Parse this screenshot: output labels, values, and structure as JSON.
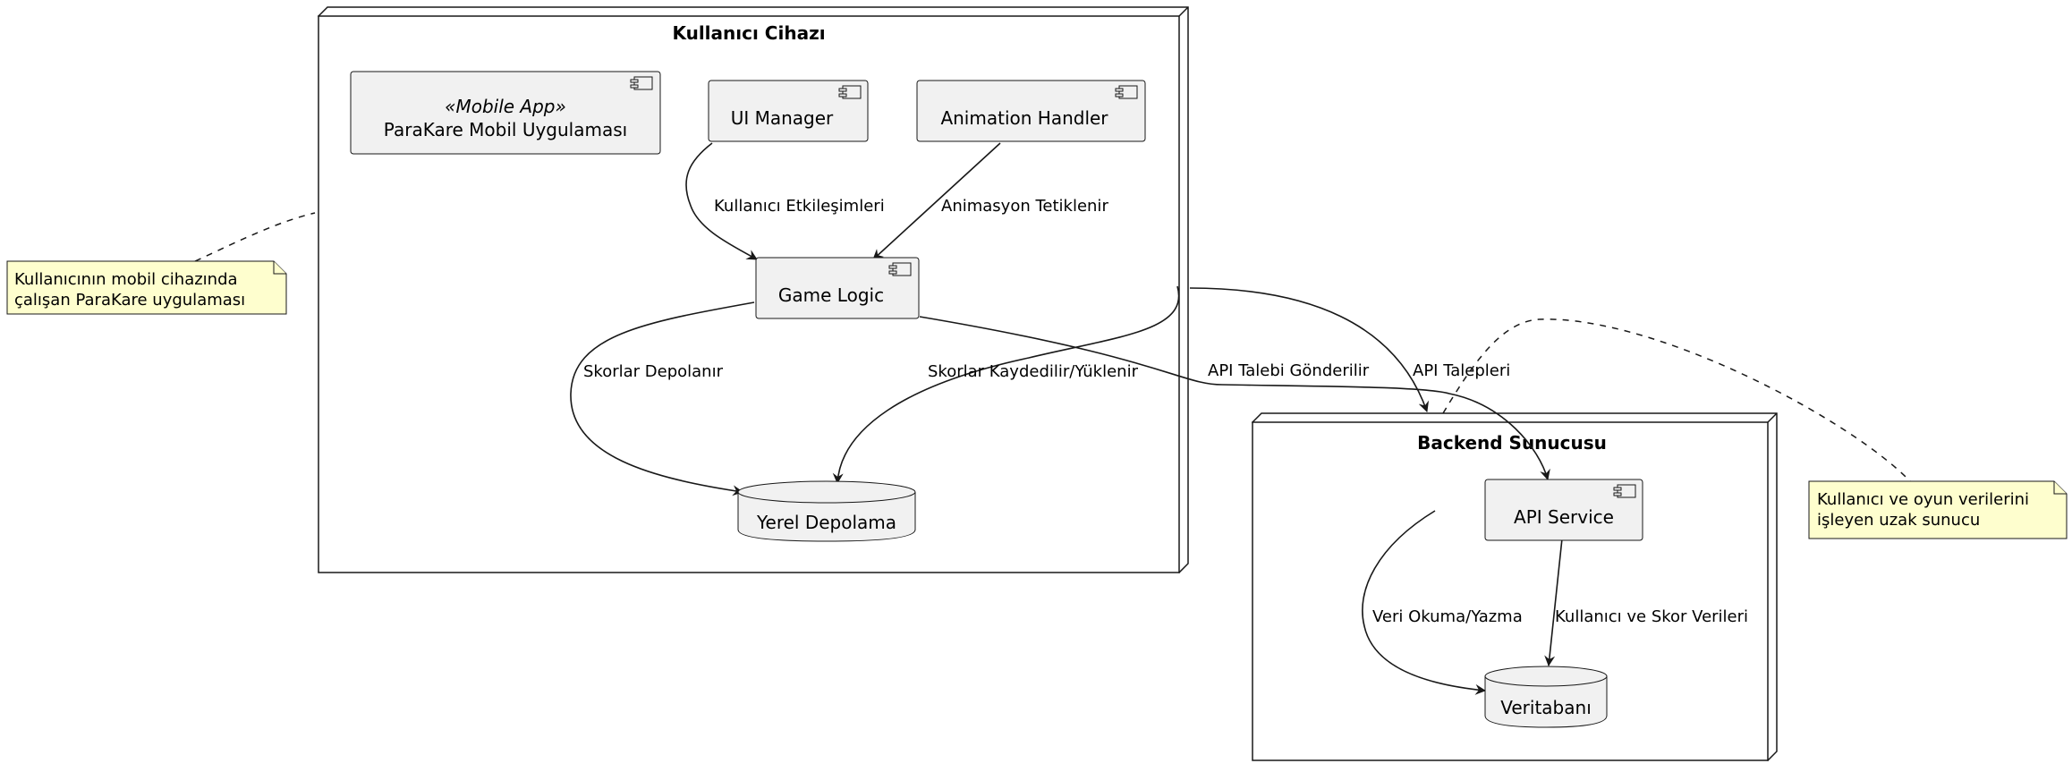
{
  "nodes": {
    "device": {
      "title": "Kullanıcı Cihazı"
    },
    "backend": {
      "title": "Backend Sunucusu"
    }
  },
  "components": {
    "mobile_app": {
      "stereotype": "«Mobile App»",
      "label": "ParaKare Mobil Uygulaması"
    },
    "ui_manager": {
      "label": "UI Manager"
    },
    "animation_handler": {
      "label": "Animation Handler"
    },
    "game_logic": {
      "label": "Game Logic"
    },
    "local_storage": {
      "label": "Yerel Depolama"
    },
    "api_service": {
      "label": "API Service"
    },
    "database": {
      "label": "Veritabanı"
    }
  },
  "edges": {
    "user_interactions": "Kullanıcı Etkileşimleri",
    "animation_triggered": "Animasyon Tetiklenir",
    "scores_stored": "Skorlar Depolanır",
    "scores_saved_loaded": "Skorlar Kaydedilir/Yüklenir",
    "api_request_sent": "API Talebi Gönderilir",
    "api_requests": "API Talepleri",
    "data_read_write": "Veri Okuma/Yazma",
    "user_score_data": "Kullanıcı ve Skor Verileri"
  },
  "notes": {
    "device_note": [
      "Kullanıcının mobil cihazında",
      "çalışan ParaKare uygulaması"
    ],
    "backend_note": [
      "Kullanıcı ve oyun verilerini",
      "işleyen uzak sunucu"
    ]
  }
}
